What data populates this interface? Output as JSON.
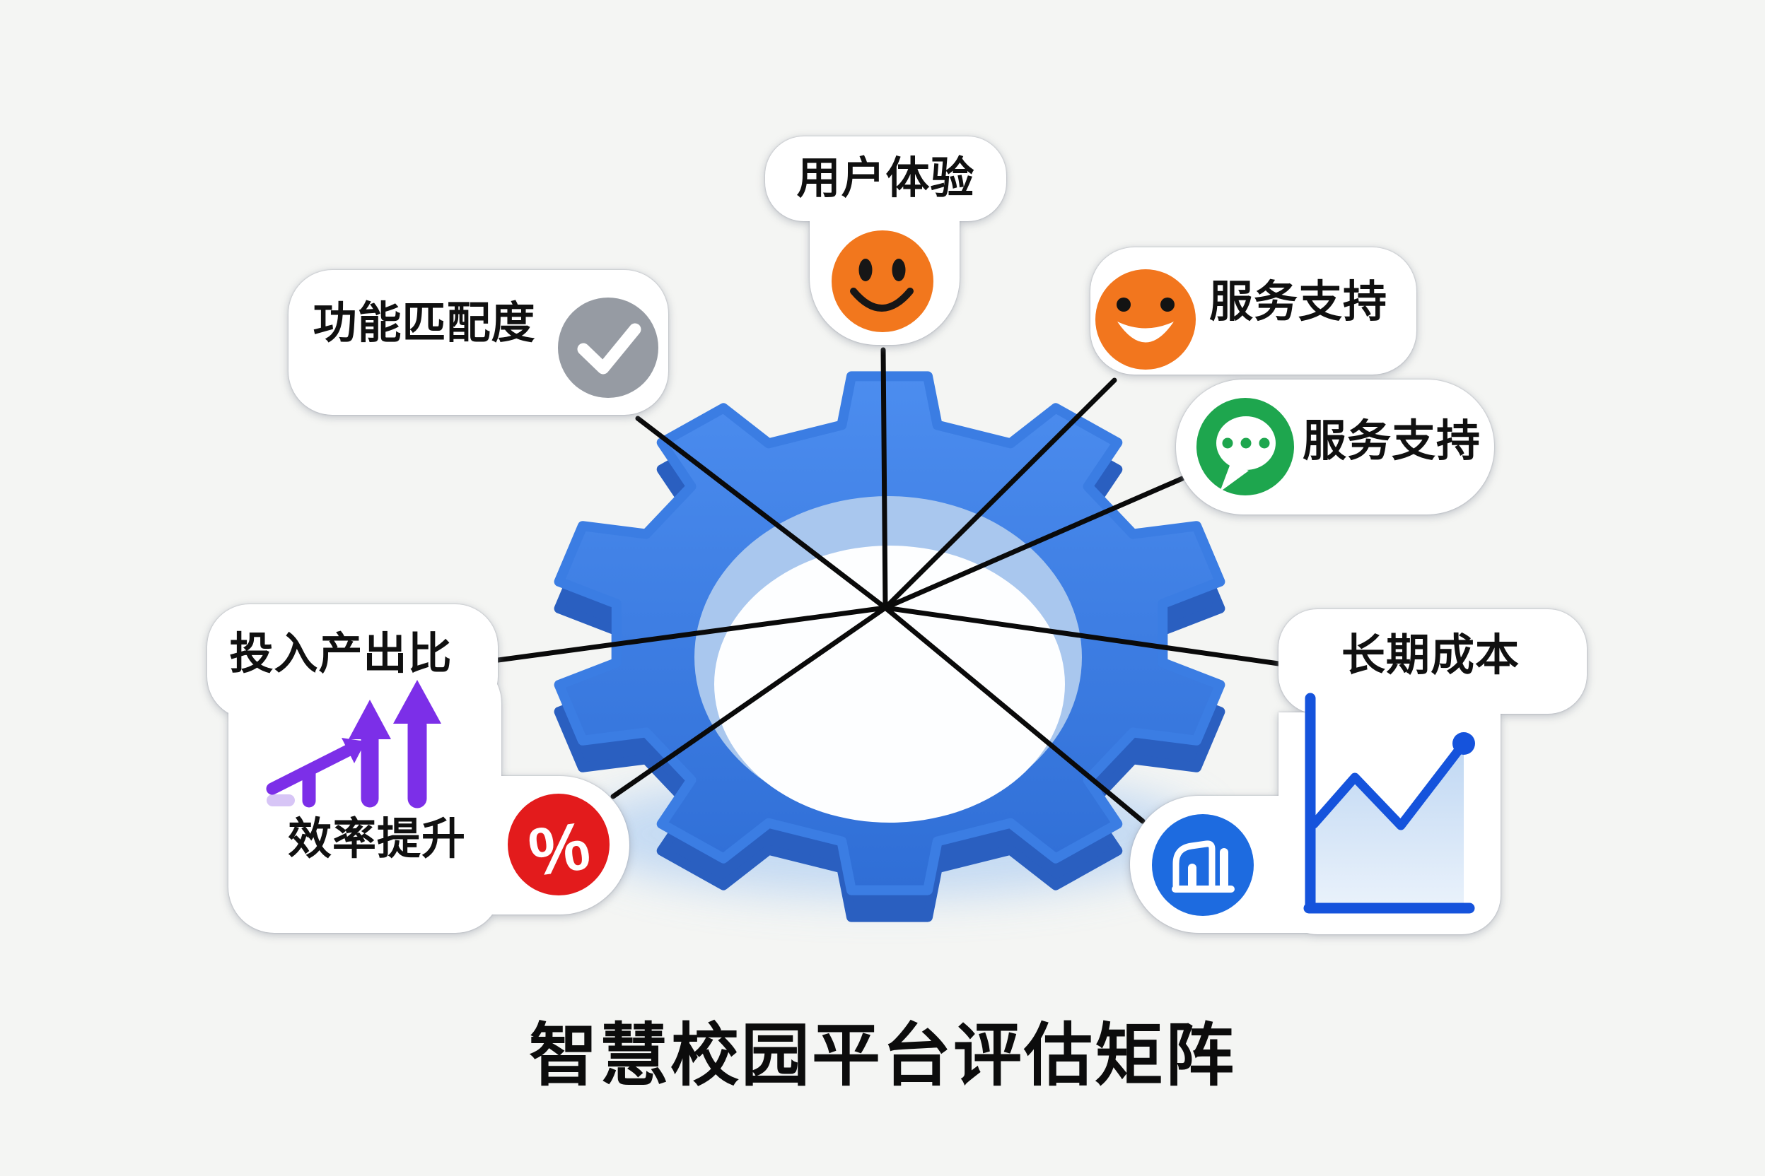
{
  "title": {
    "text": "智慧校园平台评估矩阵"
  },
  "hub": {
    "icon": "gear-icon",
    "color": "#3b7de3"
  },
  "connector_color": "#0a0a0a",
  "background": "#f4f5f3",
  "nodes": [
    {
      "id": "user-experience",
      "label": "用户体验",
      "icon": "smiley-face-icon",
      "icon_color": "#f2771d"
    },
    {
      "id": "feature-match",
      "label": "功能匹配度",
      "icon": "check-circle-icon",
      "icon_color": "#969ba3"
    },
    {
      "id": "service-support-smile",
      "label": "服务支持",
      "icon": "grin-face-icon",
      "icon_color": "#f2761e"
    },
    {
      "id": "service-support-chat",
      "label": "服务支持",
      "icon": "chat-bubble-icon",
      "icon_color": "#1ea64e"
    },
    {
      "id": "long-term-cost",
      "label": "长期成本",
      "icon": "area-line-chart-icon",
      "icon_color": "#1553dc"
    },
    {
      "id": "roi",
      "label": "投入产出比",
      "icon": "growth-arrows-icon",
      "icon_color": "#7c2fe8"
    },
    {
      "id": "efficiency",
      "label": "效率提升",
      "icon": "percent-circle-icon",
      "icon_color": "#e31b1c",
      "icon_text": "%"
    },
    {
      "id": "analytics",
      "label": "",
      "icon": "bar-chart-circle-icon",
      "icon_color": "#1d6be0"
    }
  ]
}
